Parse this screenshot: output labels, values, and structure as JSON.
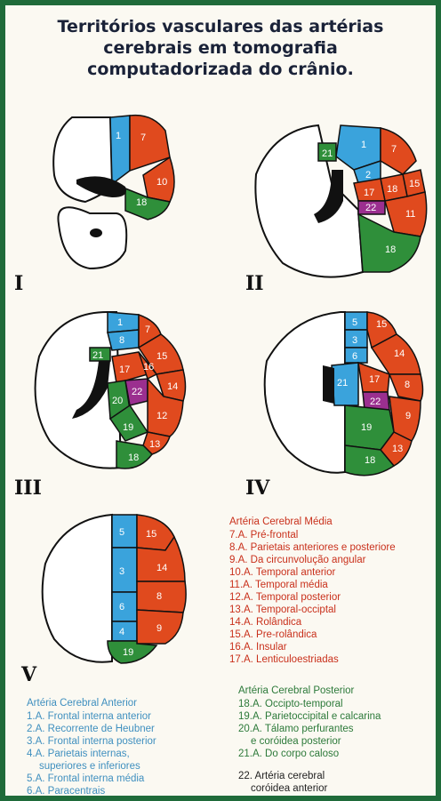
{
  "title": {
    "line1": "Territórios vasculares das artérias",
    "line2": "cerebrais em tomografia",
    "line3": "computadorizada do crânio."
  },
  "panels": {
    "p1": {
      "roman": "I",
      "labels": [
        "1",
        "7",
        "10",
        "18"
      ]
    },
    "p2": {
      "roman": "II",
      "labels": [
        "21",
        "1",
        "7",
        "2",
        "18",
        "15",
        "17",
        "22",
        "11",
        "18"
      ]
    },
    "p3": {
      "roman": "III",
      "labels": [
        "1",
        "8",
        "21",
        "7",
        "15",
        "17",
        "16",
        "14",
        "20",
        "22",
        "12",
        "19",
        "13",
        "18"
      ]
    },
    "p4": {
      "roman": "IV",
      "labels": [
        "5",
        "3",
        "6",
        "15",
        "14",
        "21",
        "17",
        "8",
        "22",
        "9",
        "19",
        "13",
        "18"
      ]
    },
    "p5": {
      "roman": "V",
      "labels": [
        "5",
        "15",
        "3",
        "14",
        "6",
        "8",
        "4",
        "9",
        "19"
      ]
    }
  },
  "legend_mca": {
    "title": "Artéria Cerebral Média",
    "items": [
      "7.A. Pré-frontal",
      "8.A. Parietais anteriores e posteriore",
      "9.A. Da circunvolução angular",
      "10.A. Temporal anterior",
      "11.A. Temporal média",
      "12.A. Temporal posterior",
      "13.A. Temporal-occiptal",
      "14.A. Rolândica",
      "15.A. Pre-rolândica",
      "16.A. Insular",
      "17.A. Lenticuloestriadas"
    ]
  },
  "legend_aca": {
    "title": "Artéria Cerebral Anterior",
    "items": [
      "1.A. Frontal interna anterior",
      "2.A. Recorrente de Heubner",
      "3.A. Frontal interna posterior",
      "4.A. Parietais internas,",
      "superiores e inferiores",
      "5.A. Frontal interna média",
      "6.A. Paracentrais"
    ]
  },
  "legend_pca": {
    "title": "Artéria Cerebral Posterior",
    "items": [
      "18.A. Occipto-temporal",
      "19.A. Parietoccipital e calcarina",
      "20.A. Tálamo perfurantes",
      "e coróidea posterior",
      "21.A. Do corpo caloso"
    ]
  },
  "legend_choroid": {
    "line1": "22. Artéria cerebral",
    "line2": "coróidea anterior"
  },
  "colors": {
    "aca": "#3aa3dc",
    "mca": "#e04a1e",
    "pca": "#2f8f3a",
    "choroid": "#9b2f8f",
    "border": "#1a6b3a"
  }
}
